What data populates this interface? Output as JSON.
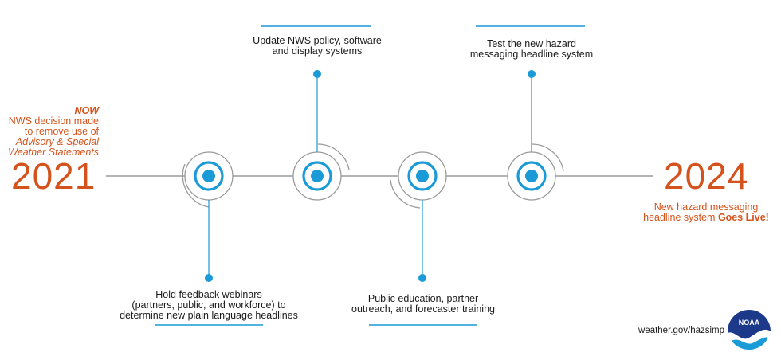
{
  "start": {
    "year": "2021",
    "note_title": "NOW",
    "note_line1": "NWS decision made",
    "note_line2": "to remove use of",
    "note_line3": "Advisory & Special",
    "note_line4": "Weather Statements"
  },
  "end": {
    "year": "2024",
    "note_line1": "New hazard messaging",
    "note_line2": "headline system",
    "note_strong": "Goes Live!"
  },
  "milestones": [
    {
      "line1": "Hold feedback webinars",
      "line2": "(partners, public, and workforce) to",
      "line3": "determine new plain language headlines",
      "position": "below"
    },
    {
      "line1": "Update NWS policy, software",
      "line2": "and display systems",
      "position": "above"
    },
    {
      "line1": "Public education, partner",
      "line2": "outreach, and forecaster training",
      "position": "below"
    },
    {
      "line1": "Test the new hazard",
      "line2": "messaging headline system",
      "position": "above"
    }
  ],
  "footer": {
    "url": "weather.gov/hazsimp",
    "logo_text": "NOAA"
  },
  "colors": {
    "accent_orange": "#d4531c",
    "marker_blue": "#1a9ad6",
    "line_gray": "#9a9a9a",
    "noaa_navy": "#1d3a8a"
  }
}
